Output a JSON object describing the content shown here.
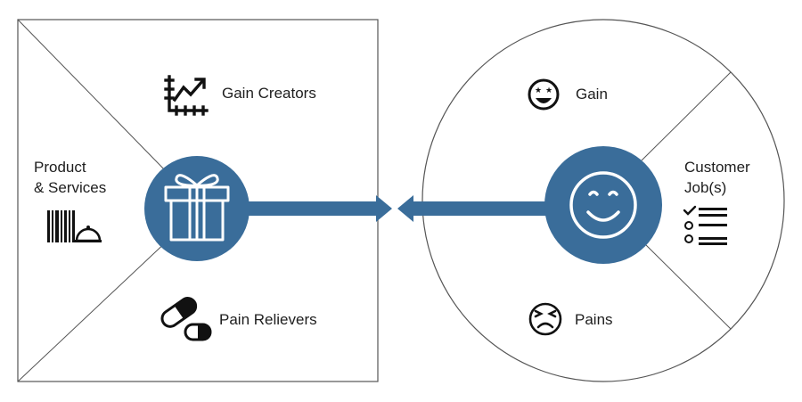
{
  "value_map": {
    "gain_creators": "Gain Creators",
    "products_services_line1": "Product",
    "products_services_line2": "& Services",
    "pain_relievers": "Pain Relievers"
  },
  "customer_profile": {
    "gain": "Gain",
    "customer_jobs_line1": "Customer",
    "customer_jobs_line2": "Job(s)",
    "pains": "Pains"
  },
  "icons": {
    "chart": "growth-chart-icon",
    "barcode_service": "barcode-cloche-icon",
    "pills": "pills-icon",
    "gift": "gift-icon",
    "smiley": "smiley-icon",
    "gain_face": "star-eyed-face-icon",
    "pain_face": "sad-face-icon",
    "checklist": "checklist-icon"
  },
  "colors": {
    "accent": "#3a6d9a",
    "line": "#555555",
    "icon": "#111111"
  }
}
